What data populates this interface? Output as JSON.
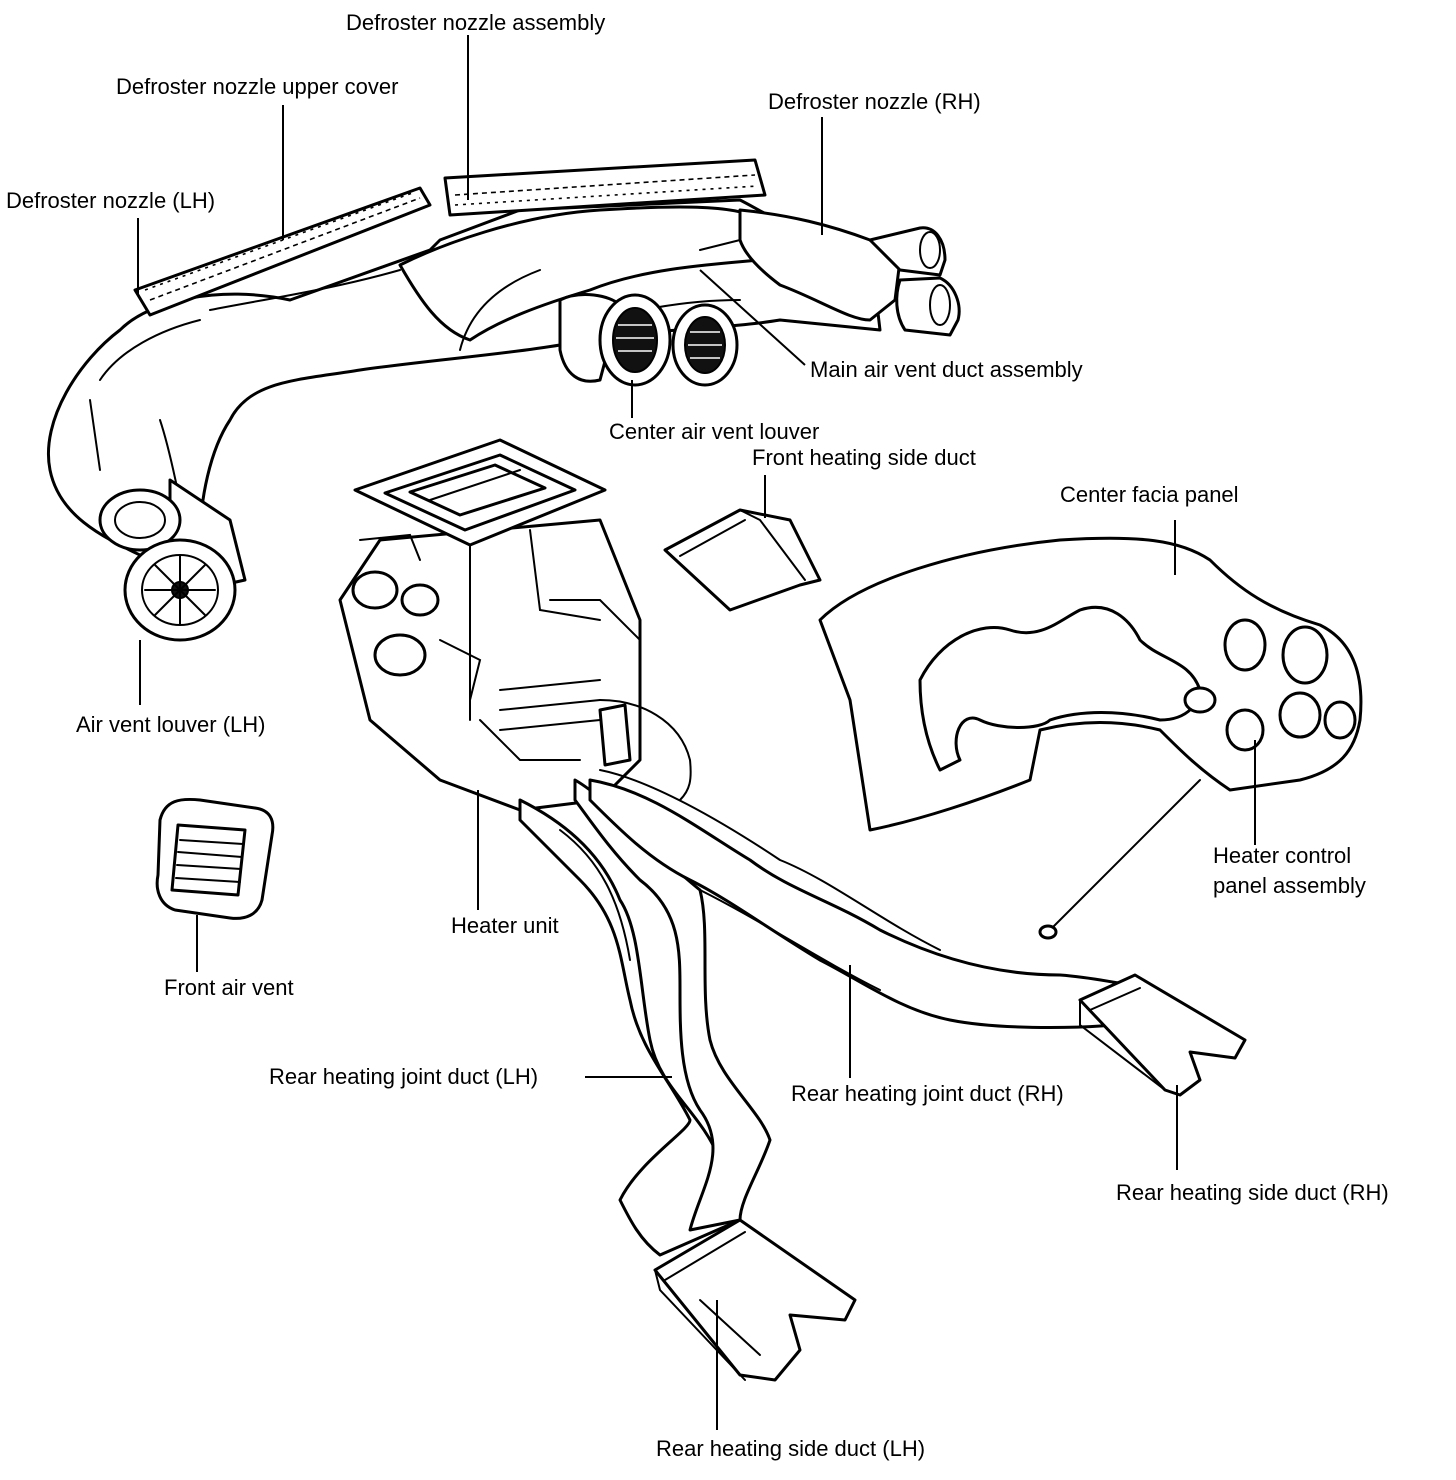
{
  "labels": {
    "defroster_nozzle_assembly": "Defroster nozzle assembly",
    "defroster_nozzle_upper_cover": "Defroster nozzle upper cover",
    "defroster_nozzle_rh": "Defroster nozzle (RH)",
    "defroster_nozzle_lh": "Defroster nozzle (LH)",
    "main_air_vent_duct_assembly": "Main air vent duct assembly",
    "center_air_vent_louver": "Center air vent louver",
    "front_heating_side_duct": "Front heating side duct",
    "center_facia_panel": "Center facia panel",
    "air_vent_louver_lh": "Air vent louver (LH)",
    "heater_control_panel_line1": "Heater control",
    "heater_control_panel_line2": "panel assembly",
    "heater_unit": "Heater unit",
    "front_air_vent": "Front air vent",
    "rear_heating_joint_duct_lh": "Rear heating joint duct (LH)",
    "rear_heating_joint_duct_rh": "Rear heating joint duct (RH)",
    "rear_heating_side_duct_rh": "Rear heating side duct (RH)",
    "rear_heating_side_duct_lh": "Rear heating side duct (LH)"
  }
}
